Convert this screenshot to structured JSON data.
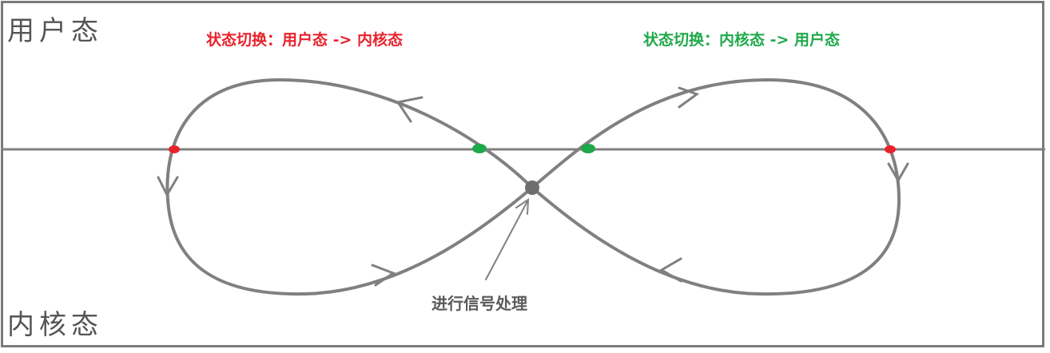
{
  "regions": {
    "user_mode_label": "用户态",
    "kernel_mode_label": "内核态"
  },
  "transitions": {
    "user_to_kernel": "状态切换：用户态 -> 内核态",
    "kernel_to_user": "状态切换：内核态 -> 用户态"
  },
  "annotation": {
    "signal_handling": "进行信号处理"
  },
  "colors": {
    "line": "#808080",
    "frame": "#7a7a7a",
    "user_to_kernel_point": "#e8222b",
    "kernel_to_user_point": "#1fa84a",
    "center_point": "#6e6e6e"
  }
}
